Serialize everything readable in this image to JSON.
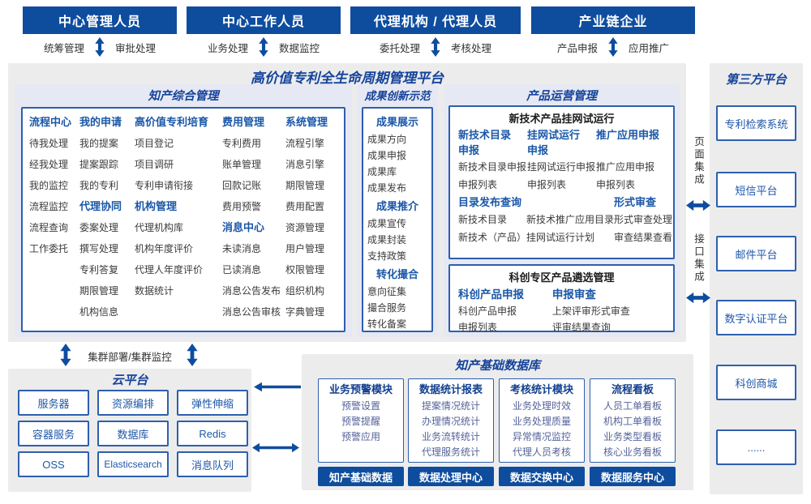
{
  "colors": {
    "primary_blue": "#0e4d9e",
    "title_navy": "#15439b",
    "header_blue": "#1a57a8",
    "item_gray": "#3b3b3b",
    "db_item_blue": "#56639a",
    "panel_lavender": "#e6e8f3",
    "panel_gray": "#ececec",
    "box_border": "#2e5fae"
  },
  "actors": [
    {
      "title": "中心管理人员",
      "left": "统筹管理",
      "right": "审批处理"
    },
    {
      "title": "中心工作人员",
      "left": "业务处理",
      "right": "数据监控"
    },
    {
      "title": "代理机构 / 代理人员",
      "left": "委托处理",
      "right": "考核处理"
    },
    {
      "title": "产业链企业",
      "left": "产品申报",
      "right": "应用推广"
    }
  ],
  "platform": {
    "title": "高价值专利全生命周期管理平台"
  },
  "ip": {
    "title": "知产综合管理",
    "cols": [
      {
        "sections": [
          {
            "h": "流程中心",
            "items": [
              "待我处理",
              "经我处理",
              "我的监控",
              "流程监控",
              "流程查询",
              "工作委托"
            ]
          }
        ]
      },
      {
        "sections": [
          {
            "h": "我的申请",
            "items": [
              "我的提案",
              "提案跟踪",
              "我的专利"
            ]
          },
          {
            "h": "代理协同",
            "items": [
              "委案处理",
              "撰写处理",
              "专利答复",
              "期限管理",
              "机构信息"
            ]
          }
        ]
      },
      {
        "sections": [
          {
            "h": "高价值专利培育",
            "items": [
              "项目登记",
              "项目调研",
              "专利申请衔接"
            ]
          },
          {
            "h": "机构管理",
            "items": [
              "代理机构库",
              "机构年度评价",
              "代理人年度评价",
              "数据统计"
            ]
          }
        ]
      },
      {
        "sections": [
          {
            "h": "费用管理",
            "items": [
              "专利费用",
              "账单管理",
              "回款记账",
              "费用预警"
            ]
          },
          {
            "h": "消息中心",
            "items": [
              "未读消息",
              "已读消息",
              "消息公告发布",
              "消息公告审核"
            ]
          }
        ]
      },
      {
        "sections": [
          {
            "h": "系统管理",
            "items": [
              "流程引擎",
              "消息引擎",
              "期限管理",
              "费用配置",
              "资源管理",
              "用户管理",
              "权限管理",
              "组织机构",
              "字典管理"
            ]
          }
        ]
      }
    ]
  },
  "achievement": {
    "title": "成果创新示范",
    "sections": [
      {
        "h": "成果展示",
        "items": [
          "成果方向",
          "成果申报",
          "成果库",
          "成果发布"
        ]
      },
      {
        "h": "成果推介",
        "items": [
          "成果宣传",
          "成果封装",
          "支持政策"
        ]
      },
      {
        "h": "转化撮合",
        "items": [
          "意向征集",
          "撮合服务",
          "转化备案"
        ]
      }
    ]
  },
  "product": {
    "title": "产品运营管理",
    "box1": {
      "title": "新技术产品挂网试运行",
      "cols": [
        {
          "h": "新技术目录申报",
          "items": [
            "新技术目录申报",
            "申报列表"
          ]
        },
        {
          "h": "挂网试运行申报",
          "items": [
            "挂网试运行申报",
            "申报列表"
          ]
        },
        {
          "h": "推广应用申报",
          "items": [
            "推广应用申报",
            "申报列表"
          ]
        }
      ],
      "catalog": {
        "h": "目录发布查询",
        "row1": [
          "新技术目录",
          "新技术推广应用目录"
        ],
        "row2": "新技术（产品）挂网试运行计划"
      },
      "review": {
        "h": "形式审查",
        "items": [
          "形式审查处理",
          "审查结果查看"
        ]
      }
    },
    "box2": {
      "title": "科创专区产品遴选管理",
      "cols": [
        {
          "h": "科创产品申报",
          "items": [
            "科创产品申报",
            "申报列表"
          ]
        },
        {
          "h": "申报审查",
          "items": [
            "上架评审形式审查",
            "评审结果查询"
          ]
        }
      ]
    }
  },
  "third_party": {
    "title": "第三方平台",
    "items": [
      "专利检索系统",
      "短信平台",
      "邮件平台",
      "数字认证平台",
      "科创商城",
      "......"
    ],
    "page_integration": "页面集成",
    "api_integration": "接口集成"
  },
  "cluster_label": "集群部署/集群监控",
  "cloud": {
    "title": "云平台",
    "items": [
      "服务器",
      "资源编排",
      "弹性伸缩",
      "容器服务",
      "数据库",
      "Redis",
      "OSS",
      "Elasticsearch",
      "消息队列"
    ]
  },
  "database": {
    "title": "知产基础数据库",
    "modules": [
      {
        "h": "业务预警模块",
        "items": [
          "预警设置",
          "预警提醒",
          "预警应用"
        ],
        "footer": "知产基础数据"
      },
      {
        "h": "数据统计报表",
        "items": [
          "提案情况统计",
          "办理情况统计",
          "业务流转统计",
          "代理服务统计"
        ],
        "footer": "数据处理中心"
      },
      {
        "h": "考核统计模块",
        "items": [
          "业务处理时效",
          "业务处理质量",
          "异常情况监控",
          "代理人员考核"
        ],
        "footer": "数据交换中心"
      },
      {
        "h": "流程看板",
        "items": [
          "人员工单看板",
          "机构工单看板",
          "业务类型看板",
          "核心业务看板"
        ],
        "footer": "数据服务中心"
      }
    ]
  }
}
